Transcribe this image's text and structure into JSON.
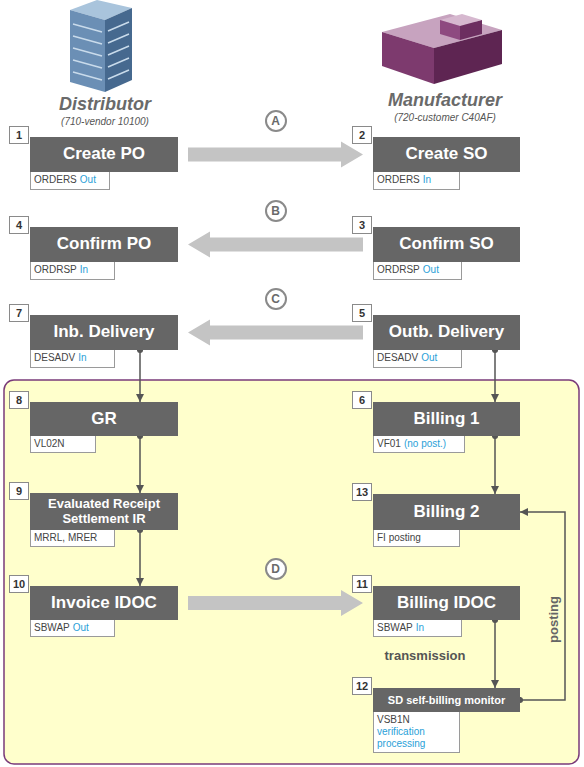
{
  "diagram": {
    "nodes": [
      {
        "text": [
          "1",
          "Create PO",
          "ORDERS",
          "Out"
        ]
      },
      {
        "text": [
          "2",
          "Create SO",
          "ORDERS",
          "In"
        ]
      },
      {
        "text": [
          "4",
          "Confirm PO",
          "ORDRSP",
          "In"
        ]
      },
      {
        "text": [
          "3",
          "Confirm SO",
          "ORDRSP",
          "Out"
        ]
      },
      {
        "text": [
          "7",
          "Inb. Delivery",
          "DESADV",
          "In"
        ]
      },
      {
        "text": [
          "5",
          "Outb. Delivery",
          "DESADV",
          "Out"
        ]
      },
      {
        "text": [
          "8",
          "GR",
          "VL02N"
        ]
      },
      {
        "text": [
          "6",
          "Billing 1",
          "VF01",
          "(no post.)"
        ]
      },
      {
        "text": [
          "9",
          "Evaluated Receipt Settlement IR",
          "MRRL, MRER"
        ]
      },
      {
        "text": [
          "13",
          "Billing 2",
          "FI posting"
        ]
      },
      {
        "text": [
          "10",
          "Invoice IDOC",
          "SBWAP",
          "Out"
        ]
      },
      {
        "text": [
          "11",
          "Billing IDOC",
          "SBWAP",
          "In"
        ]
      },
      {
        "text": [
          "12",
          "SD self-billing monitor",
          "VSB1N",
          "verification processing"
        ]
      }
    ],
    "edges": [
      {
        "from": 0,
        "to": 1,
        "label": "A",
        "arrow": "to"
      },
      {
        "from": 3,
        "to": 2,
        "label": "B",
        "arrow": "to"
      },
      {
        "from": 5,
        "to": 4,
        "label": "C",
        "arrow": "to"
      },
      {
        "from": 4,
        "to": 6,
        "arrow": "to"
      },
      {
        "from": 5,
        "to": 7,
        "arrow": "to"
      },
      {
        "from": 6,
        "to": 8,
        "arrow": "to"
      },
      {
        "from": 7,
        "to": 9,
        "arrow": "to"
      },
      {
        "from": 8,
        "to": 10,
        "arrow": "to"
      },
      {
        "from": 10,
        "to": 11,
        "label": "D",
        "arrow": "to"
      },
      {
        "from": 11,
        "to": 12,
        "arrow": "to"
      },
      {
        "from": 12,
        "to": 9,
        "arrow": "to"
      }
    ],
    "labels": [
      "Distributor",
      "(710-vendor 10100)",
      "Manufacturer",
      "(720-customer C40AF)",
      "transmission",
      "posting"
    ]
  }
}
